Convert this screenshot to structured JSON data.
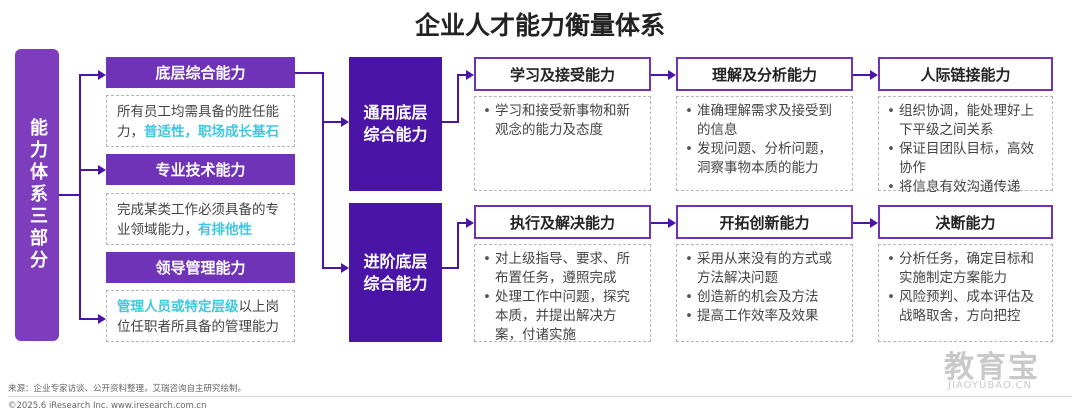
{
  "title": "企业人才能力衡量体系",
  "left_bar": "能力体系三部分",
  "parts": [
    {
      "head": "底层综合能力",
      "desc_plain": "所有员工均需具备的胜任能力，",
      "desc_highlight": "普适性，职场成长基石"
    },
    {
      "head": "专业技术能力",
      "desc_plain": "完成某类工作必须具备的专业领域能力，",
      "desc_highlight": "有排他性"
    },
    {
      "head": "领导管理能力",
      "desc_highlight": "管理人员或特定层级",
      "desc_plain": "以上岗位任职者所具备的管理能力"
    }
  ],
  "tiers": [
    {
      "label_line1": "通用底层",
      "label_line2": "综合能力",
      "items": [
        {
          "head": "学习及接受能力",
          "bullets": [
            "学习和接受新事物和新观念的能力及态度"
          ]
        },
        {
          "head": "理解及分析能力",
          "bullets": [
            "准确理解需求及接受到的信息",
            "发现问题、分析问题，洞察事物本质的能力"
          ]
        },
        {
          "head": "人际链接能力",
          "bullets": [
            "组织协调，能处理好上下平级之间关系",
            "保证目团队目标，高效协作",
            "将信息有效沟通传递"
          ]
        }
      ]
    },
    {
      "label_line1": "进阶底层",
      "label_line2": "综合能力",
      "items": [
        {
          "head": "执行及解决能力",
          "bullets": [
            "对上级指导、要求、所布置任务，遵照完成",
            "处理工作中问题，探究本质，并提出解决方案，付诸实施"
          ]
        },
        {
          "head": "开拓创新能力",
          "bullets": [
            "采用从来没有的方式或方法解决问题",
            "创造新的机会及方法",
            "提高工作效率及效果"
          ]
        },
        {
          "head": "决断能力",
          "bullets": [
            "分析任务，确定目标和实施制定方案能力",
            "风险预判、成本评估及战略取舍，方向把控"
          ]
        }
      ]
    }
  ],
  "footer": {
    "source": "来源：企业专家访谈、公开资料整理，艾瑞咨询自主研究绘制。",
    "copyright": "©2025.6 iResearch Inc. www.iresearch.com.cn"
  },
  "watermark": {
    "main": "教育宝",
    "sub": "JIAOYUBAO.CN"
  },
  "colors": {
    "primary_purple": "#6f33b8",
    "dark_purple": "#4a14a6",
    "bar_purple": "#7d3dbd",
    "highlight_cyan": "#3ec7e0"
  }
}
